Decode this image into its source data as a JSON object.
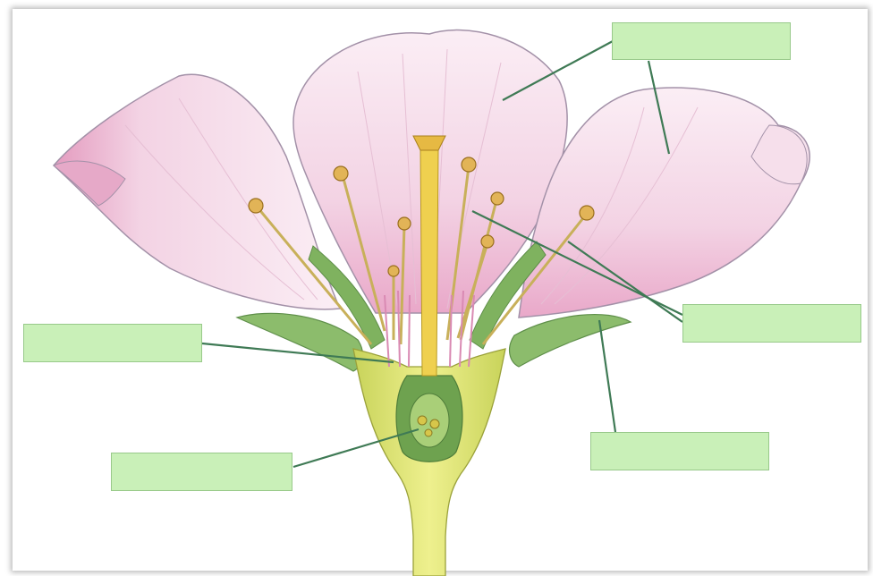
{
  "diagram": {
    "colors": {
      "background": "#ffffff",
      "label_box_fill": "#c9f0b8",
      "label_box_border": "#98c98a",
      "leader_line": "#3f7a55",
      "petal_fill": "#f3d3e4",
      "petal_edge": "#9a8aa0",
      "sepal_fill": "#8bb86a",
      "receptacle_fill": "#dbe27a",
      "style_fill": "#e9c94a",
      "anther_fill": "#d9a64a"
    },
    "labels": [
      {
        "id": "petal",
        "text": ""
      },
      {
        "id": "stamen",
        "text": ""
      },
      {
        "id": "sepal",
        "text": ""
      },
      {
        "id": "left-upper",
        "text": ""
      },
      {
        "id": "ovule",
        "text": ""
      }
    ]
  }
}
